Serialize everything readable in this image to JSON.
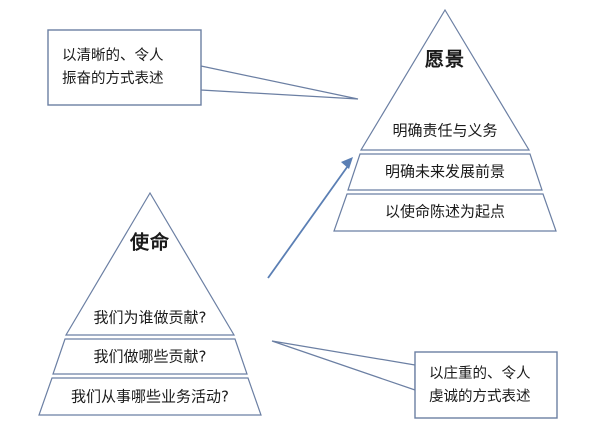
{
  "diagram": {
    "title_vision": "愿景",
    "title_mission": "使命",
    "vision_pyramid": {
      "name": "愿景",
      "bands": [
        {
          "label": "明确责任与义务"
        },
        {
          "label": "明确未来发展前景"
        },
        {
          "label": "以使命陈述为起点"
        }
      ]
    },
    "mission_pyramid": {
      "name": "使命",
      "bands": [
        {
          "label": "我们为谁做贡献?"
        },
        {
          "label": "我们做哪些贡献?"
        },
        {
          "label": "我们从事哪些业务活动?"
        }
      ]
    },
    "callouts": [
      {
        "id": "vision-callout",
        "line1": "以清晰的、令人",
        "line2": "振奋的方式表述"
      },
      {
        "id": "mission-callout",
        "line1": "以庄重的、令人",
        "line2": "虔诚的方式表述"
      }
    ],
    "connector": {
      "label": "mission-to-vision-arrow"
    },
    "colors": {
      "outline": "#6b7fa3",
      "arrow": "#5b7fb4",
      "text": "#1a1a1a",
      "background": "#ffffff"
    }
  }
}
